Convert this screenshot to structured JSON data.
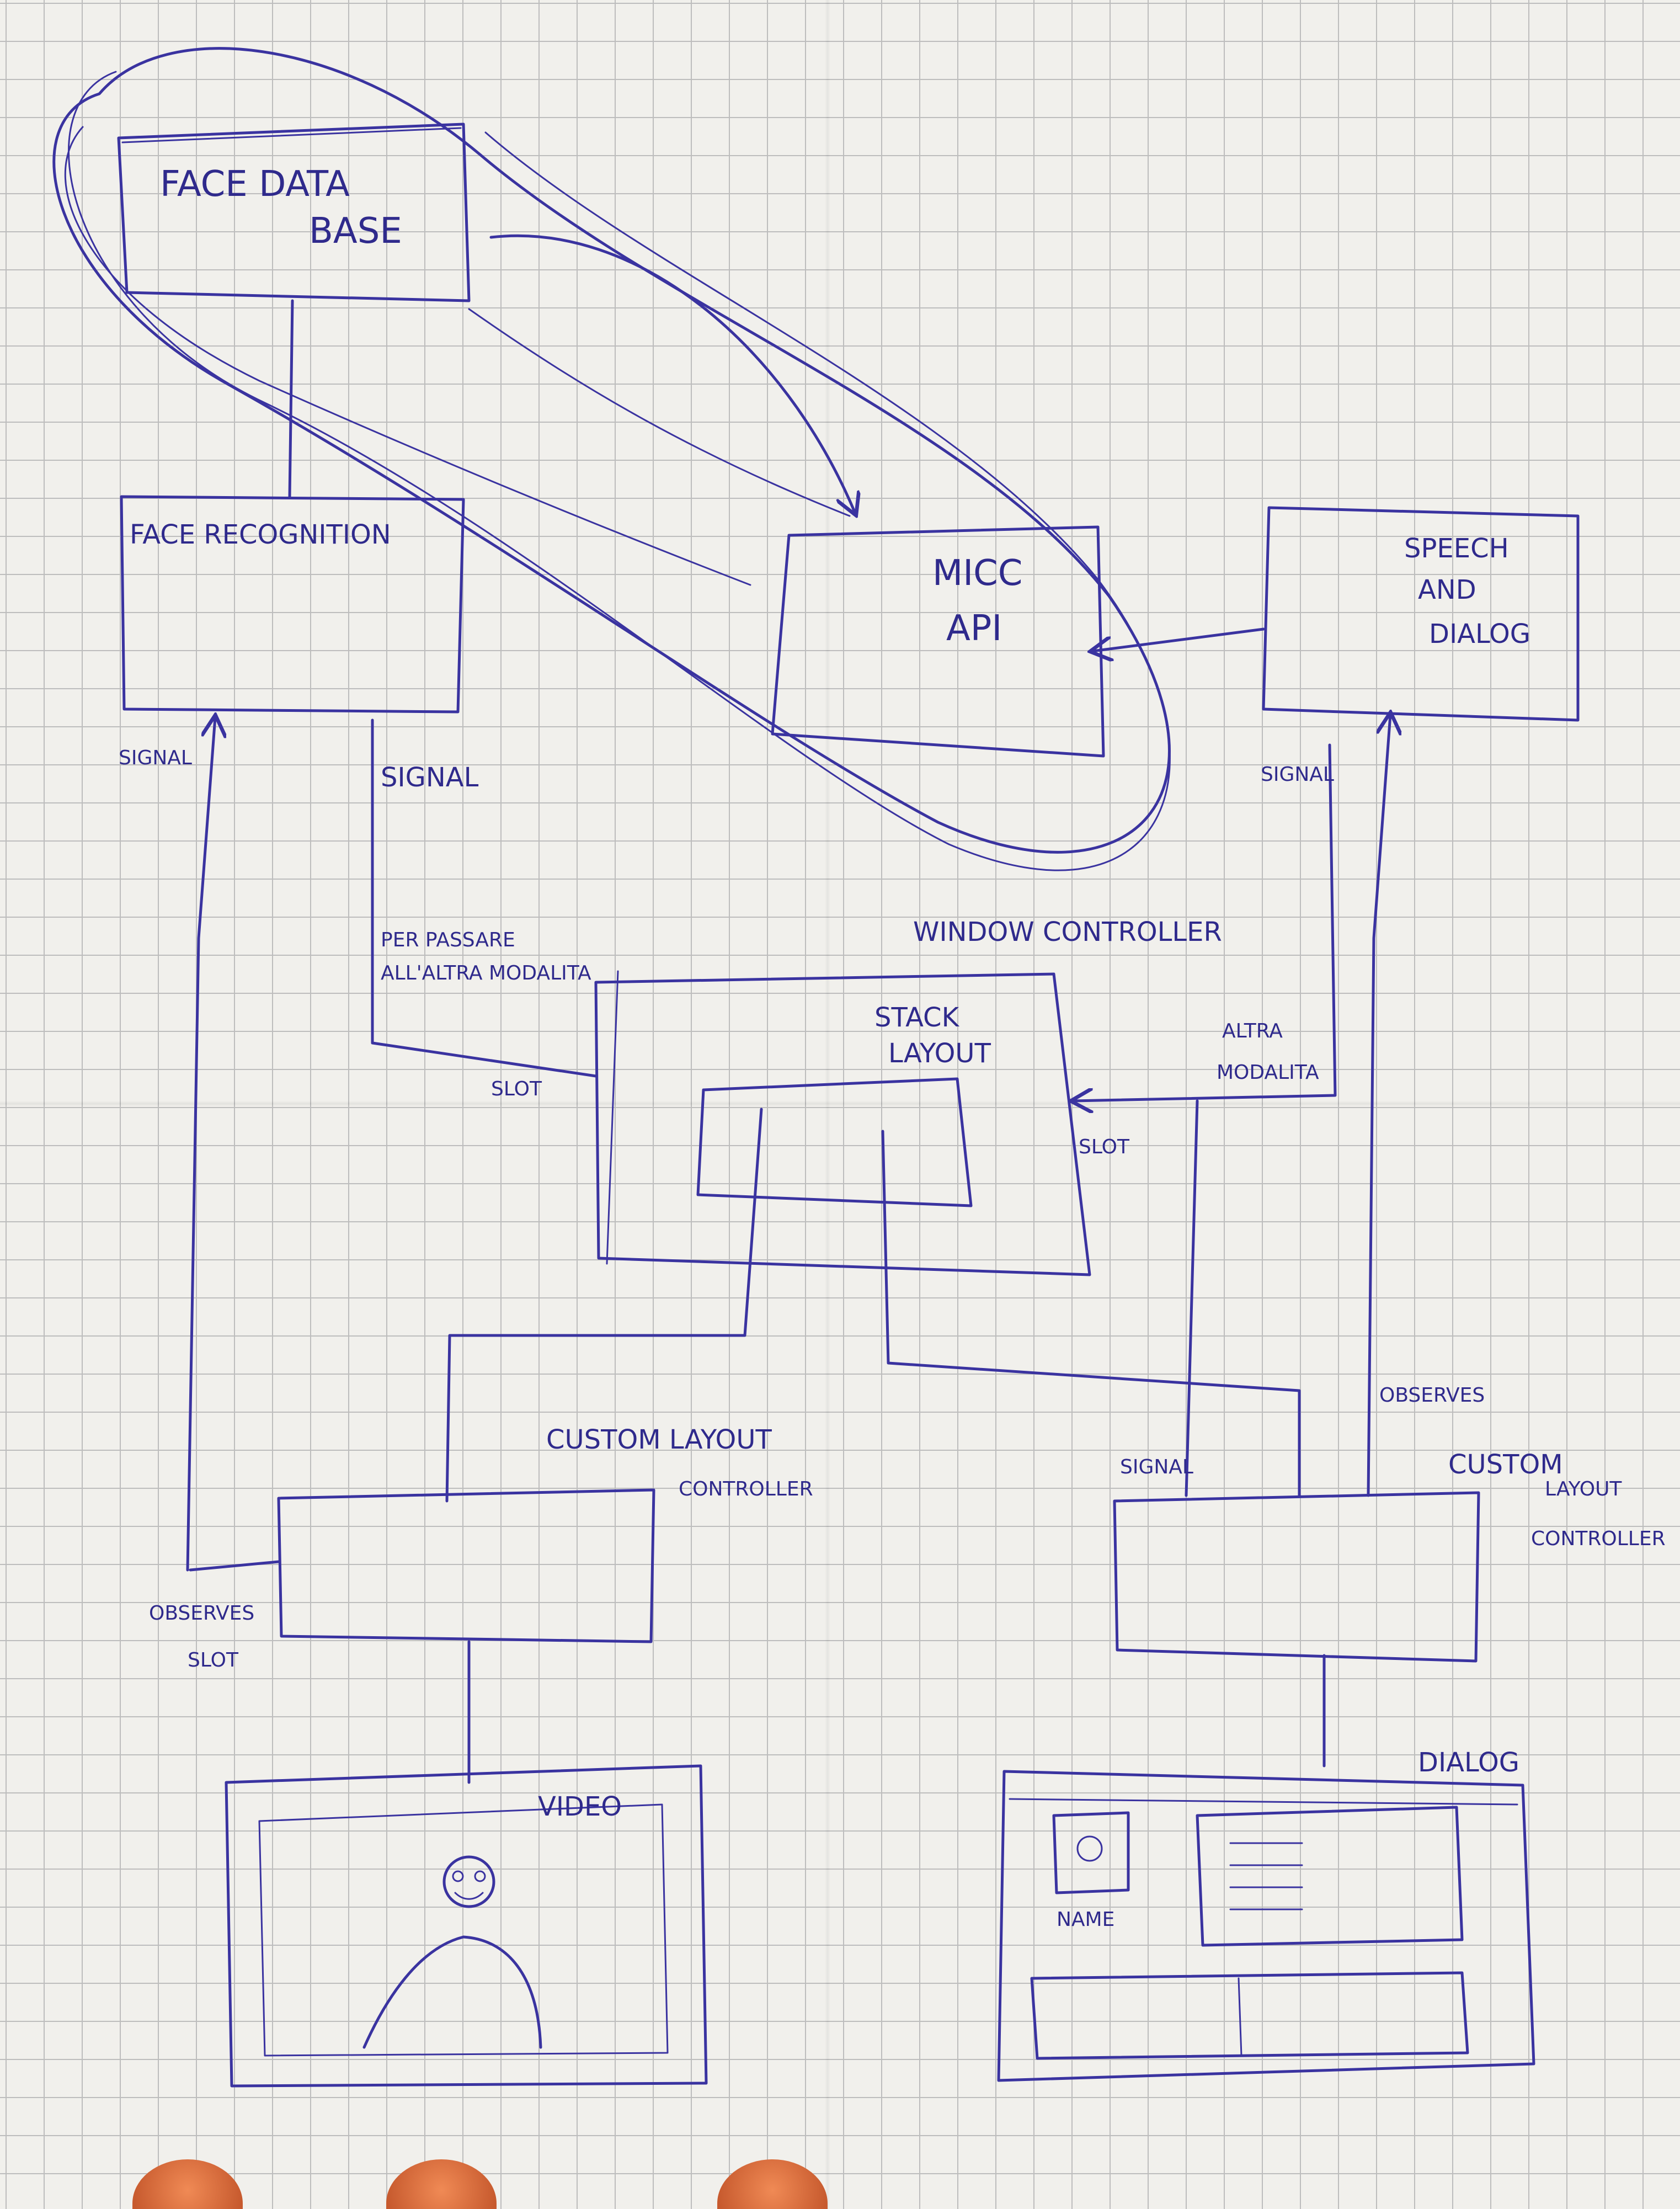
{
  "nodes": {
    "face_database": {
      "line1": "FACE  DATA",
      "line2": "BASE"
    },
    "face_recognition": {
      "label": "FACE  RECOGNITION"
    },
    "micc_api": {
      "line1": "MICC",
      "line2": "API"
    },
    "speech_dialog": {
      "line1": "SPEECH",
      "line2": "AND",
      "line3": "DIALOG"
    },
    "window_controller": {
      "label": "WINDOW CONTROLLER"
    },
    "stack_layout": {
      "line1": "STACK",
      "line2": "LAYOUT"
    },
    "custom_layout_left": {
      "line1": "CUSTOM  LAYOUT",
      "line2": "CONTROLLER"
    },
    "custom_layout_right": {
      "line1": "CUSTOM",
      "line2": "LAYOUT",
      "line3": "CONTROLLER"
    },
    "video": {
      "label": "VIDEO"
    },
    "dialog": {
      "label": "DIALOG",
      "name_label": "NAME"
    }
  },
  "edge_labels": {
    "signal_left": "SIGNAL",
    "signal_mid": "SIGNAL",
    "per_passare_1": "PER PASSARE",
    "per_passare_2": "ALL'ALTRA MODALITA",
    "slot_left": "SLOT",
    "slot_right": "SLOT",
    "altra_1": "ALTRA",
    "altra_2": "MODALITA",
    "signal_speech": "SIGNAL",
    "observes_right": "OBSERVES",
    "signal_right": "SIGNAL",
    "observes_left": "OBSERVES",
    "slot_bottom_left": "SLOT"
  },
  "colors": {
    "ink": "#3a33a0",
    "paper": "#f1f0ec",
    "grid": "#bdbdbd"
  }
}
